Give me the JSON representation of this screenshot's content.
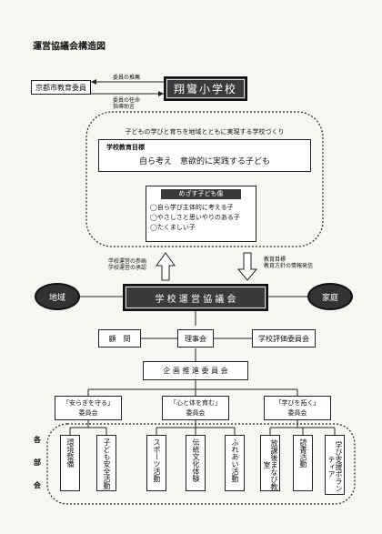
{
  "title": "運営協議会構造図",
  "top": {
    "kyoto_board": "京都市教育委員",
    "school": "翔鸞小学校",
    "arrow_upper": "委員の推薦",
    "arrow_lower_1": "委員の任命",
    "arrow_lower_2": "指導助言"
  },
  "vision": {
    "headline": "子どもの学びと育ちを地域とともに実現する学校づくり",
    "goal_label": "学校教育目標",
    "goal_text": "自ら考え　意欲的に実践する子ども",
    "aim_label": "めざす子ども像",
    "aims": [
      "◯自ら学び主体的に考える子",
      "◯やさしさと思いやりのある子",
      "◯たくましい子"
    ]
  },
  "mid_arrows": {
    "up_1": "学校運営の参画",
    "up_2": "学校運営の承認",
    "down_1": "教育目標",
    "down_2": "教育方針の情報発信"
  },
  "council": {
    "left": "地域",
    "center": "学 校 運 営 協 議 会",
    "right": "家庭"
  },
  "second_row": {
    "advisor": "顧　問",
    "board": "理事会",
    "evaluation": "学校評価委員会"
  },
  "planning": "企 画 推 進 委 員 会",
  "committees": [
    {
      "name": "「安らぎを守る」",
      "suffix": "委員会"
    },
    {
      "name": "「心と体を育む」",
      "suffix": "委員会"
    },
    {
      "name": "「学びを拓く」",
      "suffix": "委員会"
    }
  ],
  "section_label": [
    "各",
    "部",
    "会"
  ],
  "subcommittees": [
    "環境整備",
    "子ども安全活動",
    "スポーツ活動",
    "伝統文化体験",
    "ふれあい活動",
    "放課後まなび教室",
    "読書活動",
    "学び支援ボランティア"
  ]
}
